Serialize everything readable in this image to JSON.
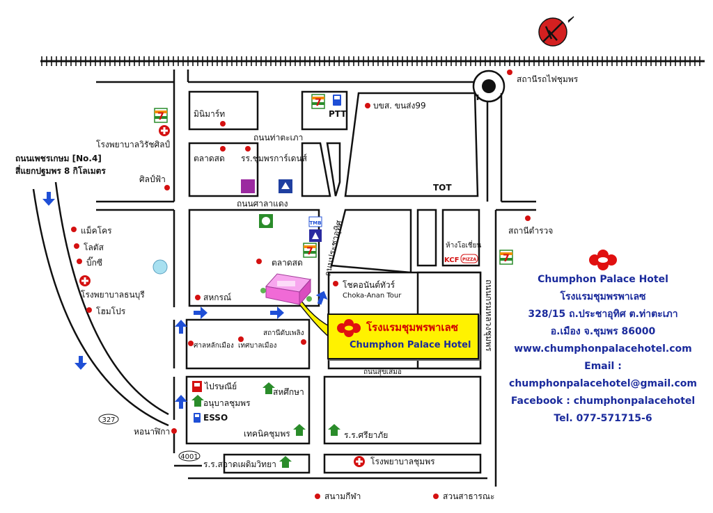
{
  "hotel": {
    "name_en": "Chumphon Palace Hotel",
    "name_th": "โรงแรมชุมพรพาเลซ",
    "address_line1": "328/15 ถ.ประชาอุทิศ ต.ท่าตะเภา",
    "address_line2": "อ.เมือง จ.ชุมพร 86000",
    "website": "www.chumphonpalacehotel.com",
    "email": "Email : chumphonpalacehotel@gmail.com",
    "facebook": "Facebook : chumphonpalacehotel",
    "tel": "Tel. 077-571715-6"
  },
  "callout": {
    "name_th": "โรงแรมชุมพรพาเลซ",
    "name_en": "Chumphon Palace Hotel"
  },
  "roads": {
    "tha_taphao": "ถนนท่าตะเภา",
    "sala_daeng": "ถนนศาลาแดง",
    "pracha_uthit": "ถนนประชาอุทิศ",
    "sukhsamer": "ถนนสุขเสมอ",
    "krom_luang": "ถนนกรมหลวงชุมพร",
    "phetkasem": "ถนนเพชรเกษม [No.4]",
    "phetkasem_sub": "สี่แยกปฐมพร 8 กิโลเมตร",
    "route_327": "327",
    "route_4001": "4001"
  },
  "places": {
    "station": "สถานีรถไฟชุมพร",
    "minimart": "มินิมาร์ท",
    "ptt": "PTT",
    "bus99": "บขส. ขนส่ง99",
    "wirat_hospital": "โรงพยาบาลวิรัชศิลป์",
    "market1": "ตลาดสด",
    "chumphon_garden": "รร.ชุมพรการ์เดนส์",
    "sinlapa": "ศิลป์ฟ้า",
    "tot": "TOT",
    "police": "สถานีตำรวจ",
    "makro": "แม็คโคร",
    "lotus": "โลตัส",
    "bigc": "บิ๊กซี",
    "thanaburi_hospital": "โรงพยาบาลธนบุรี",
    "homepro": "โฮมโปร",
    "market2": "ตลาดสด",
    "department_store": "ห้างโอเชี่ยน",
    "kcf": "KCF",
    "pizza": "PIZZA",
    "choka_th": "โชคอนันต์ทัวร์",
    "choka_en": "Choka-Anan Tour",
    "cooperative": "สหกรณ์",
    "fire_station": "สถานีดับเพลิง",
    "city_shrine": "ศาลหลักเมือง",
    "municipality": "เทศบาลเมือง",
    "post_office": "ไปรษณีย์",
    "sahasueksa": "สหศึกษา",
    "kindergarten": "อนุบาลชุมพร",
    "esso": "ESSO",
    "clock_tower": "หอนาฬิกา",
    "technical": "เทคนิคชุมพร",
    "sriyapai": "ร.ร.ศรียาภัย",
    "satit": "ร.ร.สอาดเผดิมวิทยา",
    "chumphon_hospital": "โรงพยาบาลชุมพร",
    "stadium": "สนามกีฬา",
    "park": "สวนสาธารณะ"
  },
  "brands": {
    "seven_eleven": "7",
    "tmb": "TMB"
  },
  "colors": {
    "dot": "#d41010",
    "arrow": "#1f4fd6",
    "brand_blue": "#1a2a9c",
    "callout_yellow": "#fff200",
    "hotel_pink": "#f06ad6",
    "road_edge": "#111111"
  },
  "icons": [
    "compass-icon",
    "seven-eleven-icon",
    "hospital-cross-icon",
    "school-icon",
    "fuel-icon",
    "post-icon",
    "bank-icon",
    "roundabout-icon",
    "hotel-logo-icon"
  ]
}
